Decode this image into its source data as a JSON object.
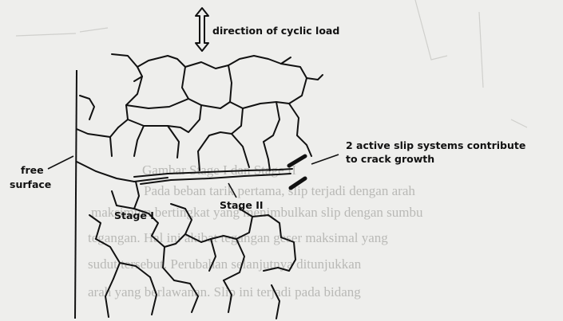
{
  "figure": {
    "load_label": "direction of cyclic load",
    "slip_label_line1": "2 active slip systems contribute",
    "slip_label_line2": "to crack growth",
    "free_surface_line1": "free",
    "free_surface_line2": "surface",
    "stage1_label": "Stage I",
    "stage2_label": "Stage II"
  },
  "background_text": {
    "caption": "Gambar  Stage I dan Stage II",
    "line1": "Pada beban tarik pertama, slip terjadi dengan arah",
    "line2": "maksimum bertingkat yang menimbulkan slip dengan sumbu",
    "line3": "tegangan. Hal ini akibat tegangan geser maksimal yang",
    "line4": "sudut tersebut. Perubahan selanjutnya ditunjukkan",
    "line5": "arah yang berlawanan. Slip ini terjadi pada bidang"
  }
}
